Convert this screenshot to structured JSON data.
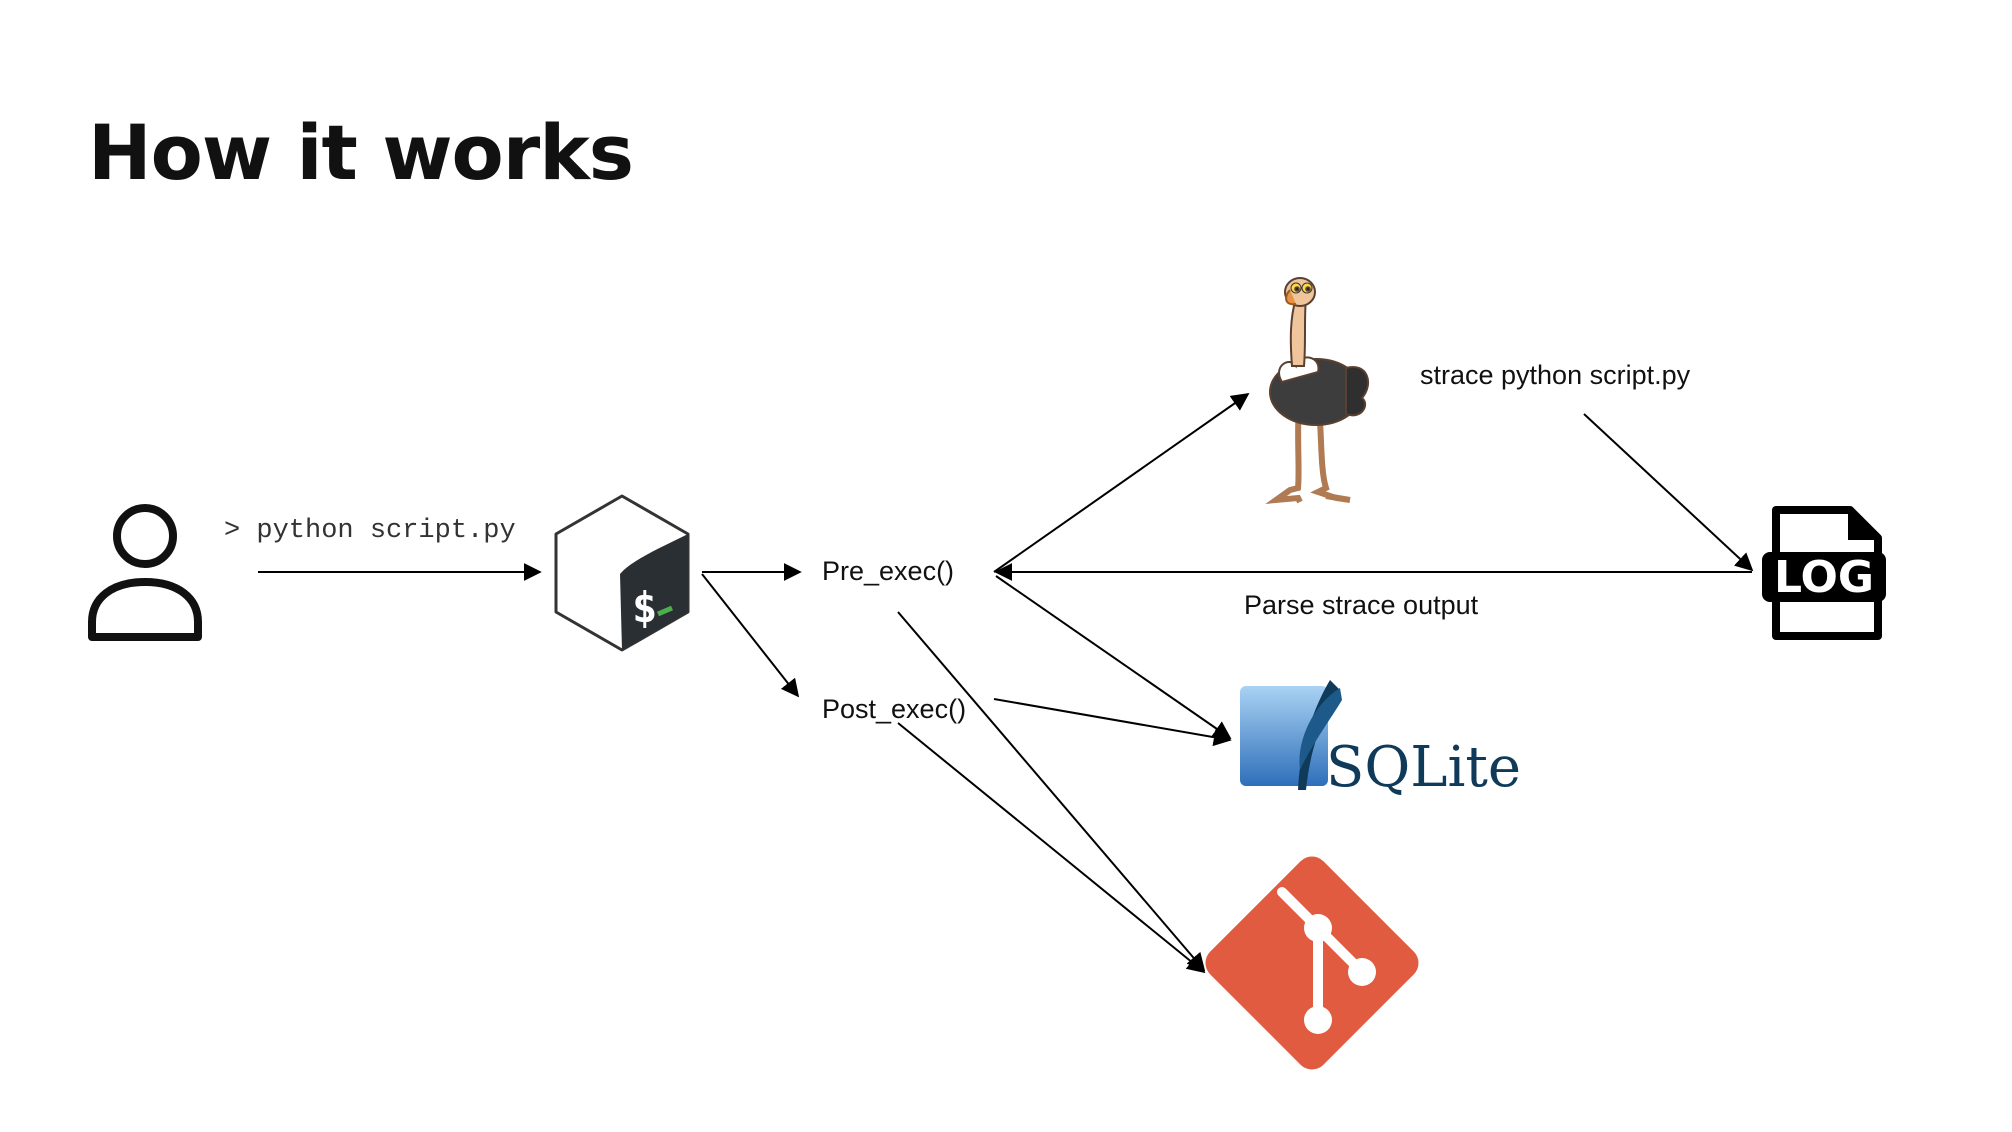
{
  "slide": {
    "title": "How it works"
  },
  "labels": {
    "command": "> python script.py",
    "pre_exec": "Pre_exec()",
    "post_exec": "Post_exec()",
    "strace_cmd": "strace  python script.py",
    "parse_output": "Parse strace output"
  },
  "logos": {
    "log_text": "LOG",
    "sqlite_text": "SQLite"
  },
  "icons": [
    "user-icon",
    "bash-icon",
    "ostrich-icon",
    "log-file-icon",
    "sqlite-icon",
    "git-icon"
  ],
  "colors": {
    "git": "#e05b40",
    "bash_dark": "#2a2f33",
    "bash_green": "#4cae4c",
    "sqlite_blue": "#2f6fba",
    "sqlite_text": "#0f3a5a"
  }
}
